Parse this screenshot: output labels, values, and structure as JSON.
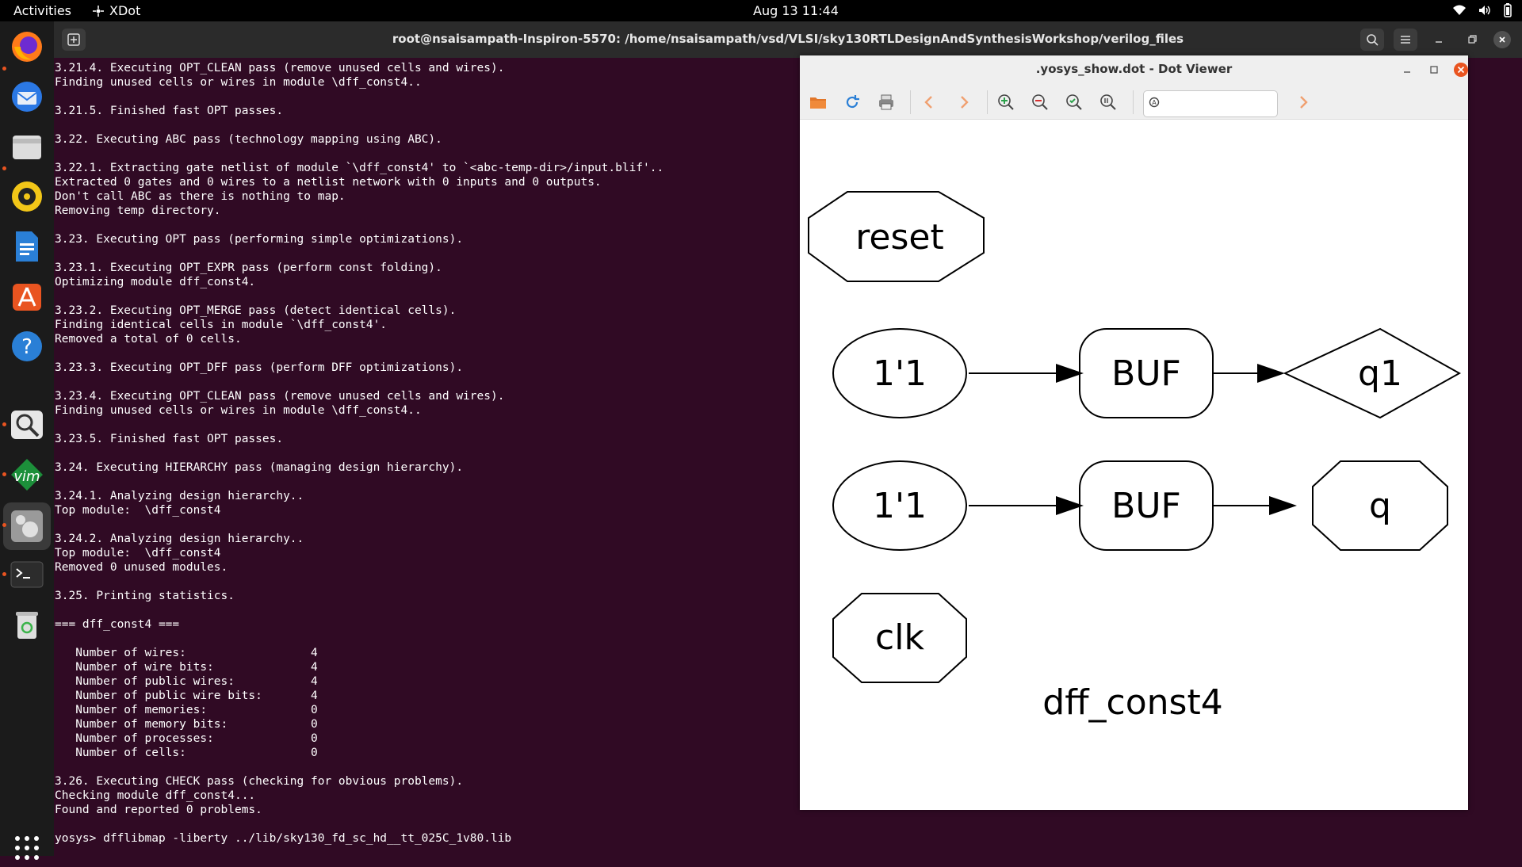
{
  "topbar": {
    "activities": "Activities",
    "app_name": "XDot",
    "clock": "Aug 13  11:44"
  },
  "dock": {
    "items": [
      "firefox-icon",
      "thunderbird-icon",
      "files-icon",
      "rhythmbox-icon",
      "writer-icon",
      "software-icon",
      "help-icon",
      "magnifier-icon",
      "vim-icon",
      "settings-icon",
      "terminal-icon",
      "trash-icon",
      "app-grid-icon"
    ]
  },
  "terminal": {
    "title": "root@nsaisampath-Inspiron-5570: /home/nsaisampath/vsd/VLSI/sky130RTLDesignAndSynthesisWorkshop/verilog_files",
    "lines": [
      "3.21.4. Executing OPT_CLEAN pass (remove unused cells and wires).",
      "Finding unused cells or wires in module \\dff_const4..",
      "",
      "3.21.5. Finished fast OPT passes.",
      "",
      "3.22. Executing ABC pass (technology mapping using ABC).",
      "",
      "3.22.1. Extracting gate netlist of module `\\dff_const4' to `<abc-temp-dir>/input.blif'..",
      "Extracted 0 gates and 0 wires to a netlist network with 0 inputs and 0 outputs.",
      "Don't call ABC as there is nothing to map.",
      "Removing temp directory.",
      "",
      "3.23. Executing OPT pass (performing simple optimizations).",
      "",
      "3.23.1. Executing OPT_EXPR pass (perform const folding).",
      "Optimizing module dff_const4.",
      "",
      "3.23.2. Executing OPT_MERGE pass (detect identical cells).",
      "Finding identical cells in module `\\dff_const4'.",
      "Removed a total of 0 cells.",
      "",
      "3.23.3. Executing OPT_DFF pass (perform DFF optimizations).",
      "",
      "3.23.4. Executing OPT_CLEAN pass (remove unused cells and wires).",
      "Finding unused cells or wires in module \\dff_const4..",
      "",
      "3.23.5. Finished fast OPT passes.",
      "",
      "3.24. Executing HIERARCHY pass (managing design hierarchy).",
      "",
      "3.24.1. Analyzing design hierarchy..",
      "Top module:  \\dff_const4",
      "",
      "3.24.2. Analyzing design hierarchy..",
      "Top module:  \\dff_const4",
      "Removed 0 unused modules.",
      "",
      "3.25. Printing statistics.",
      "",
      "=== dff_const4 ===",
      "",
      "   Number of wires:                  4",
      "   Number of wire bits:              4",
      "   Number of public wires:           4",
      "   Number of public wire bits:       4",
      "   Number of memories:               0",
      "   Number of memory bits:            0",
      "   Number of processes:              0",
      "   Number of cells:                  0",
      "",
      "3.26. Executing CHECK pass (checking for obvious problems).",
      "Checking module dff_const4...",
      "Found and reported 0 problems.",
      "",
      "yosys> dfflibmap -liberty ../lib/sky130_fd_sc_hd__tt_025C_1v80.lib"
    ]
  },
  "dotviewer": {
    "title": ".yosys_show.dot - Dot Viewer",
    "search_value": "",
    "graph": {
      "label": "dff_const4",
      "nodes": {
        "reset": "reset",
        "const1": "1'1",
        "buf1": "BUF",
        "q1": "q1",
        "const2": "1'1",
        "buf2": "BUF",
        "q": "q",
        "clk": "clk"
      }
    }
  }
}
